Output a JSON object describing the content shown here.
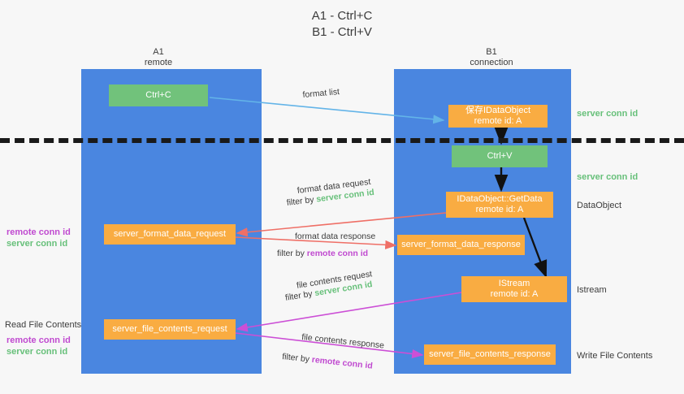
{
  "title": "A1 - Ctrl+C\nB1 - Ctrl+V",
  "lanes": {
    "left": {
      "name": "A1",
      "sub": "remote",
      "header": "A1\nremote"
    },
    "right": {
      "name": "B1",
      "sub": "connection",
      "header": "B1\nconnection"
    }
  },
  "boxes": {
    "ctrl_c": "Ctrl+C",
    "ctrl_v": "Ctrl+V",
    "idataobject_line1": "保存IDataObject",
    "idataobject_line2": "remote id: A",
    "getdata_line1": "IDataObject::GetData",
    "getdata_line2": "remote id: A",
    "istream_line1": "IStream",
    "istream_line2": "remote id: A",
    "server_format_data_request": "server_format_data_request",
    "server_format_data_response": "server_format_data_response",
    "server_file_contents_request": "server_file_contents_request",
    "server_file_contents_response": "server_file_contents_response"
  },
  "annotations": {
    "format_list": "format list",
    "format_data_request": "format data request",
    "format_data_request_filter_prefix": "filter by ",
    "format_data_request_filter_key": "server conn id",
    "format_data_response": "format data response",
    "format_data_response_filter_prefix": "filter by ",
    "format_data_response_filter_key": "remote conn id",
    "file_contents_request": "file contents request",
    "file_contents_request_filter_prefix": "filter by ",
    "file_contents_request_filter_key": "server conn id",
    "file_contents_response": "file contents response",
    "file_contents_response_filter_prefix": "filter by ",
    "file_contents_response_filter_key": "remote conn id"
  },
  "side_labels": {
    "left_mid_remote": "remote conn id",
    "left_mid_server": "server conn id",
    "left_read_file_contents": "Read File Contents",
    "left_bottom_remote": "remote conn id",
    "left_bottom_server": "server conn id",
    "right_top_server": "server conn id",
    "right_second_server": "server conn id",
    "right_dataobject": "DataObject",
    "right_istream": "Istream",
    "right_write_file_contents": "Write File Contents"
  },
  "colors": {
    "lane": "#4a86e0",
    "green_box": "#71c27b",
    "orange_box": "#f9ac42",
    "magenta": "#c04ad0",
    "green_text": "#67c07a",
    "arrow_blue": "#63b4e8",
    "arrow_red": "#ef6f66",
    "arrow_magenta": "#cc4fd6",
    "arrow_black": "#111111",
    "divider": "#1a1a1a",
    "background": "#f7f7f7"
  }
}
